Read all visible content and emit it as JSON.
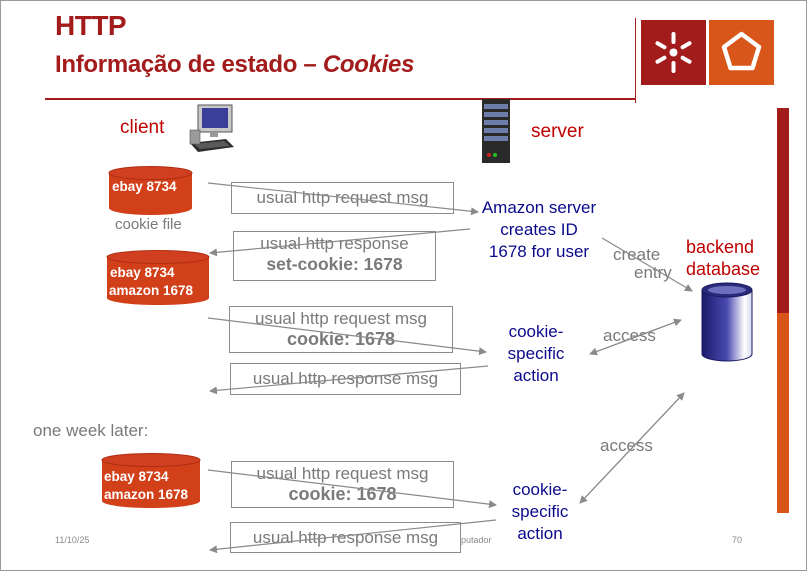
{
  "header": {
    "title": "HTTP",
    "subtitle_prefix": "Informação de estado – ",
    "subtitle_em": "Cookies"
  },
  "labels": {
    "client": "client",
    "server": "server",
    "cookie_file": "cookie file",
    "amazon_server": [
      "Amazon server",
      "creates ID",
      "1678 for user"
    ],
    "backend": [
      "backend",
      "database"
    ],
    "create": "create",
    "entry": "entry",
    "access": "access",
    "cookie_specific": [
      "cookie-",
      "specific",
      "action"
    ],
    "one_week_later": "one week later:"
  },
  "cookie_files": {
    "first": [
      "ebay 8734"
    ],
    "second": [
      "ebay 8734",
      "amazon 1678"
    ],
    "third": [
      "ebay 8734",
      "amazon 1678"
    ]
  },
  "messages": {
    "req1": "usual http request msg",
    "resp1_line1": "usual http response",
    "resp1_line2": "set-cookie: 1678",
    "req2_line1": "usual http request msg",
    "req2_line2": "cookie: 1678",
    "resp2": "usual http response msg",
    "req3_line1": "usual http request msg",
    "req3_line2": "cookie: 1678",
    "resp3": "usual http response msg"
  },
  "footer": {
    "date": "11/10/25",
    "center_fragment": "putador",
    "page": "70"
  },
  "colors": {
    "brand_red": "#a31c1c",
    "brand_orange": "#d9561a",
    "label_red": "#c00000",
    "label_blue": "#0a0a8c",
    "cookie_red": "#d2401a"
  },
  "icons": [
    "computer-icon",
    "server-tower-icon",
    "database-cylinder-icon",
    "university-logo-icon",
    "pentagon-logo-icon"
  ]
}
